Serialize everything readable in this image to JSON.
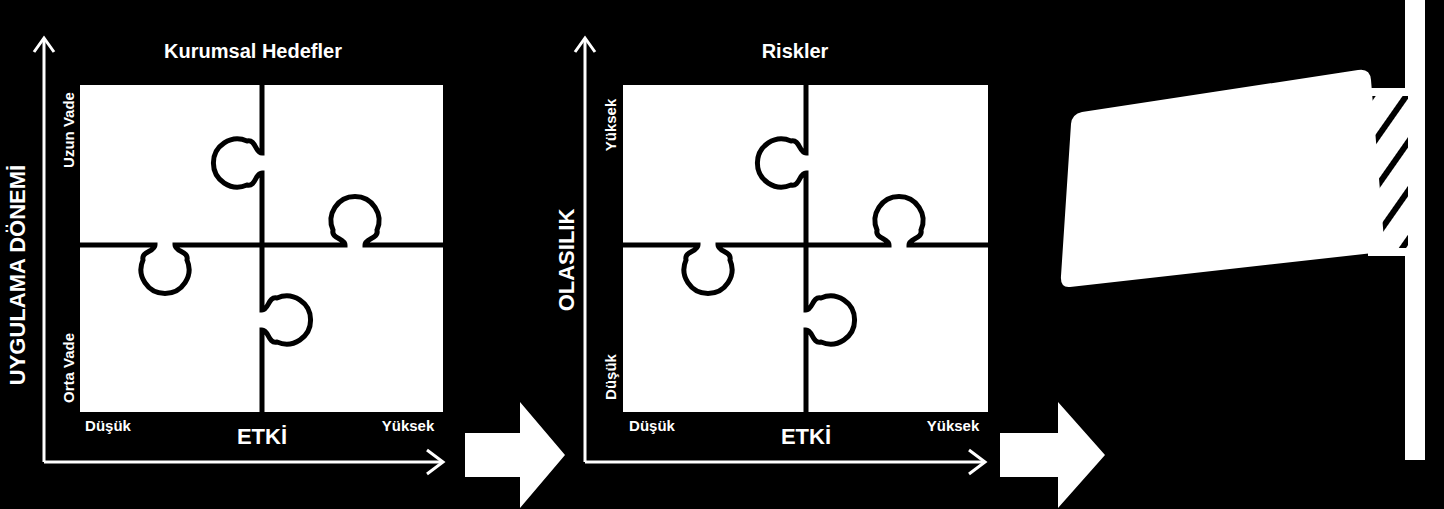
{
  "diagram": {
    "nodes": [
      {
        "text": [
          "Kurumsal Hedefler"
        ]
      },
      {
        "text": [
          "Riskler"
        ]
      }
    ],
    "edges": [
      {
        "from": 0,
        "to": 1,
        "arrow": "to"
      }
    ],
    "labels": [
      "UYGULAMA DÖNEMİ",
      "Uzun Vade",
      "Orta Vade",
      "Düşük",
      "ETKİ",
      "Yüksek",
      "OLASILIK",
      "Yüksek",
      "Düşük",
      "Düşük",
      "ETKİ",
      "Yüksek"
    ]
  }
}
